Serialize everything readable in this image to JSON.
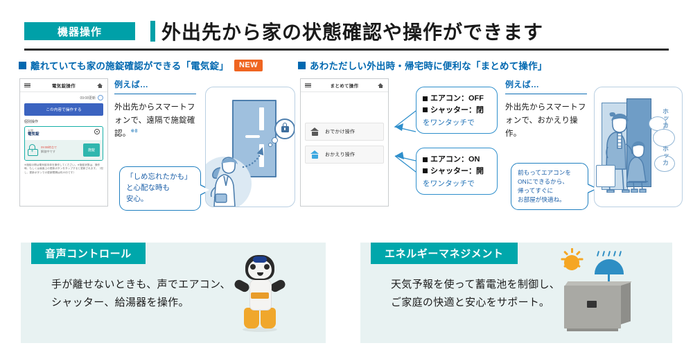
{
  "header": {
    "tag": "機器操作",
    "title": "外出先から家の状態確認や操作ができます"
  },
  "sections": {
    "left": {
      "subhead": "離れていても家の施錠確認ができる「電気錠」",
      "badge": "NEW",
      "phone": {
        "title": "電気錠操作",
        "update_label": "09:08更新",
        "primary_button": "この内容で操作する",
        "group_label": "個別操作",
        "card": {
          "sub": "玄関",
          "name": "電気錠",
          "status_red": "09:08時点で",
          "status_gray": "解錠中です",
          "action": "施錠"
        },
        "note": "※施錠の際は電気錠本体を操作してください。※施錠状態は、操作時、もしくは画面上の更新ボタンをタップすると更新されます。（但し、更新ボタンでの更新間隔は約15分です）"
      },
      "example": {
        "heading": "例えば…",
        "body": "外出先からスマートフォンで、遠隔で施錠確認。",
        "note_mark": "※8"
      },
      "bubble": "「しめ忘れたかも」\nと心配な時も\n安心。",
      "illustration": {
        "lock_icon": "padlock-icon"
      }
    },
    "right": {
      "subhead": "あわただしい外出時・帰宅時に便利な「まとめて操作」",
      "phone": {
        "title": "まとめて操作",
        "rows": [
          {
            "label": "おでかけ操作",
            "icon": "house-gray-icon"
          },
          {
            "label": "おかえり操作",
            "icon": "house-blue-icon"
          }
        ]
      },
      "callouts": [
        {
          "items": [
            "エアコン：OFF",
            "シャッター：閉"
          ],
          "footer": "をワンタッチで"
        },
        {
          "items": [
            "エアコン：ON",
            "シャッター：開"
          ],
          "footer": "をワンタッチで"
        }
      ],
      "example": {
        "heading": "例えば…",
        "body": "外出先からスマートフォンで、おかえり操作。"
      },
      "bubble": "前もってエアコンを\nONにできるから、\n帰ってすぐに\nお部屋が快適ね。",
      "illustration": {
        "warm_text_1": "ホッカ",
        "warm_text_2": "ホッカ"
      }
    }
  },
  "bottom_cards": [
    {
      "tag": "音声コントロール",
      "body": "手が離せないときも、声でエアコン、\nシャッター、給湯器を操作。",
      "illustration": "robot-icon"
    },
    {
      "tag": "エネルギーマネジメント",
      "body": "天気予報を使って蓄電池を制御し、\nご家庭の快適と安心をサポート。",
      "illustration": "storage-battery-icon"
    }
  ],
  "colors": {
    "teal": "#00a0a8",
    "blue": "#0068b0",
    "orange": "#ef6521",
    "card_bg": "#e8f2f2",
    "illustration_blue": "#6f9dc6"
  }
}
